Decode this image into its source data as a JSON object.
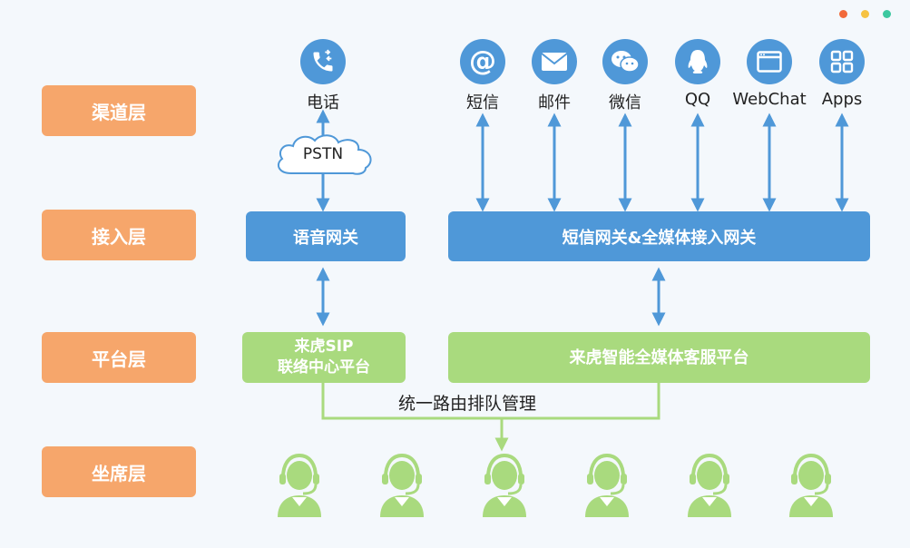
{
  "colors": {
    "layer_bg": "#f6a66b",
    "blue": "#4f98d8",
    "green": "#a9da7e",
    "window_dots": [
      "#f26a3b",
      "#f6c242",
      "#3cc8a0"
    ]
  },
  "layers": [
    "渠道层",
    "接入层",
    "平台层",
    "坐席层"
  ],
  "channels": [
    {
      "label": "电话",
      "icon": "phone-icon"
    },
    {
      "label": "短信",
      "icon": "at-sign-icon"
    },
    {
      "label": "邮件",
      "icon": "mail-icon"
    },
    {
      "label": "微信",
      "icon": "wechat-icon"
    },
    {
      "label": "QQ",
      "icon": "qq-penguin-icon"
    },
    {
      "label": "WebChat",
      "icon": "browser-window-icon"
    },
    {
      "label": "Apps",
      "icon": "apps-grid-icon"
    }
  ],
  "cloud": {
    "label": "PSTN"
  },
  "access": {
    "voice_gateway": "语音网关",
    "media_gateway": "短信网关&全媒体接入网关"
  },
  "platform": {
    "sip_line1": "来虎SIP",
    "sip_line2": "联络中心平台",
    "omni": "来虎智能全媒体客服平台"
  },
  "routing_label": "统一路由排队管理",
  "agents_count": 6
}
